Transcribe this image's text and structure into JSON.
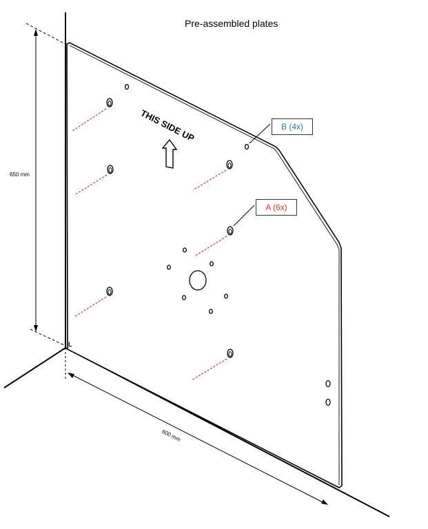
{
  "title": "Pre-assembled plates",
  "dimensions": {
    "height_label": "650 mm",
    "width_label": "600 mm"
  },
  "plate_text": "THIS SIDE UP",
  "corner_marker": "L",
  "callouts": {
    "b": {
      "label": "B (4x)",
      "color": "#2e75b6"
    },
    "a": {
      "label": "A (6x)",
      "color": "#e03030"
    }
  },
  "colors": {
    "line": "#000000",
    "marker_line": "#e03030"
  },
  "icons": [
    "up-arrow-icon"
  ]
}
